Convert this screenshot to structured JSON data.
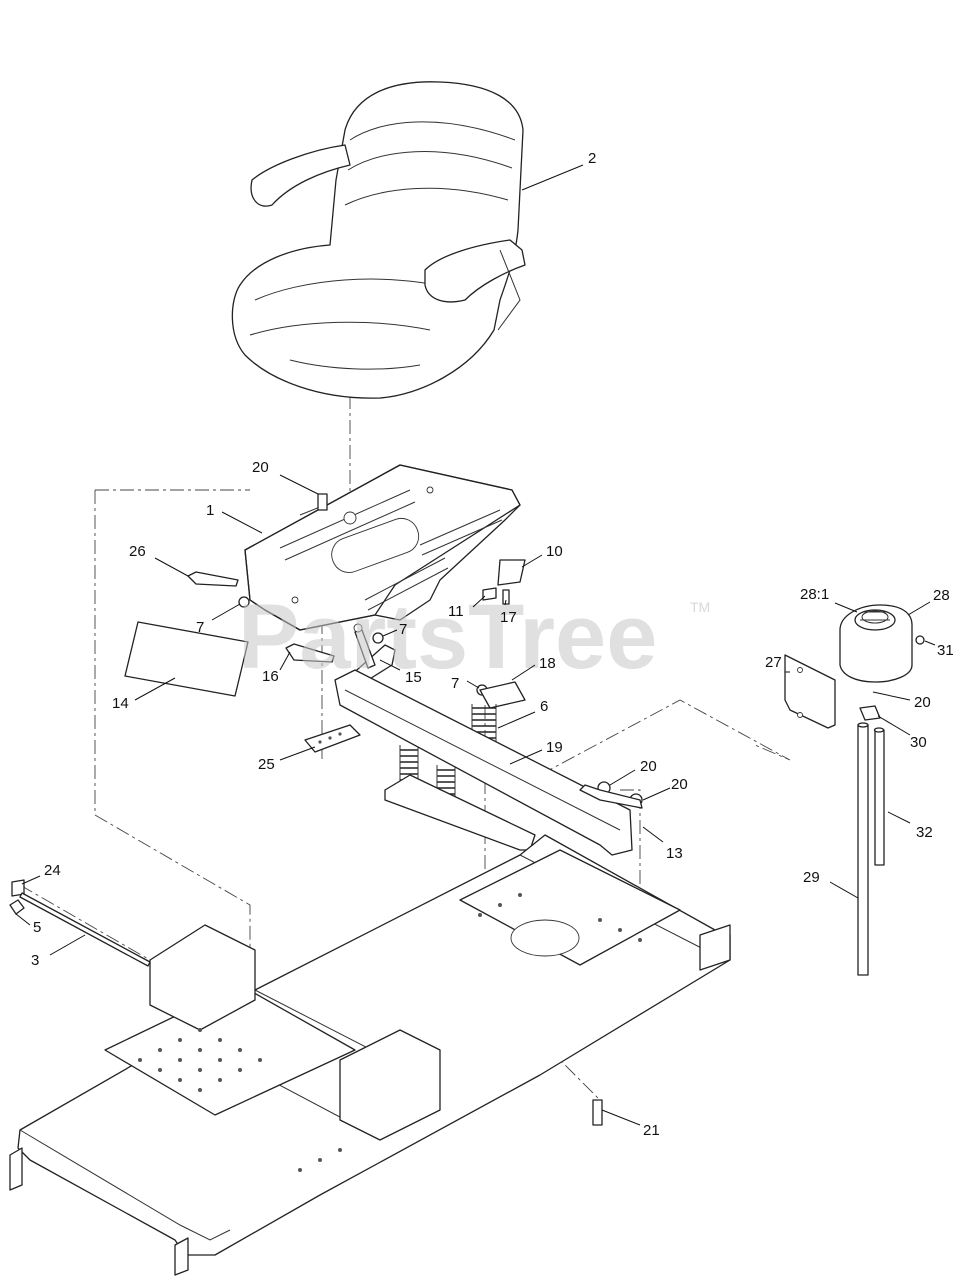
{
  "watermark": {
    "text": "PartsTree",
    "tm": "TM"
  },
  "callouts": [
    {
      "id": "c2",
      "label": "2"
    },
    {
      "id": "c20a",
      "label": "20"
    },
    {
      "id": "c1",
      "label": "1"
    },
    {
      "id": "c26",
      "label": "26"
    },
    {
      "id": "c10",
      "label": "10"
    },
    {
      "id": "c11",
      "label": "11"
    },
    {
      "id": "c17",
      "label": "17"
    },
    {
      "id": "c7a",
      "label": "7"
    },
    {
      "id": "c7b",
      "label": "7"
    },
    {
      "id": "c7c",
      "label": "7"
    },
    {
      "id": "c14",
      "label": "14"
    },
    {
      "id": "c16",
      "label": "16"
    },
    {
      "id": "c15",
      "label": "15"
    },
    {
      "id": "c18",
      "label": "18"
    },
    {
      "id": "c6",
      "label": "6"
    },
    {
      "id": "c19",
      "label": "19"
    },
    {
      "id": "c25",
      "label": "25"
    },
    {
      "id": "c20b",
      "label": "20"
    },
    {
      "id": "c20c",
      "label": "20"
    },
    {
      "id": "c13",
      "label": "13"
    },
    {
      "id": "c28-1",
      "label": "28:1"
    },
    {
      "id": "c28",
      "label": "28"
    },
    {
      "id": "c27",
      "label": "27"
    },
    {
      "id": "c31",
      "label": "31"
    },
    {
      "id": "c20d",
      "label": "20"
    },
    {
      "id": "c30",
      "label": "30"
    },
    {
      "id": "c32",
      "label": "32"
    },
    {
      "id": "c29",
      "label": "29"
    },
    {
      "id": "c24",
      "label": "24"
    },
    {
      "id": "c5",
      "label": "5"
    },
    {
      "id": "c3",
      "label": "3"
    },
    {
      "id": "c21",
      "label": "21"
    }
  ],
  "colors": {
    "line": "#222222",
    "background": "#ffffff",
    "watermark": "#c8c8c8"
  }
}
